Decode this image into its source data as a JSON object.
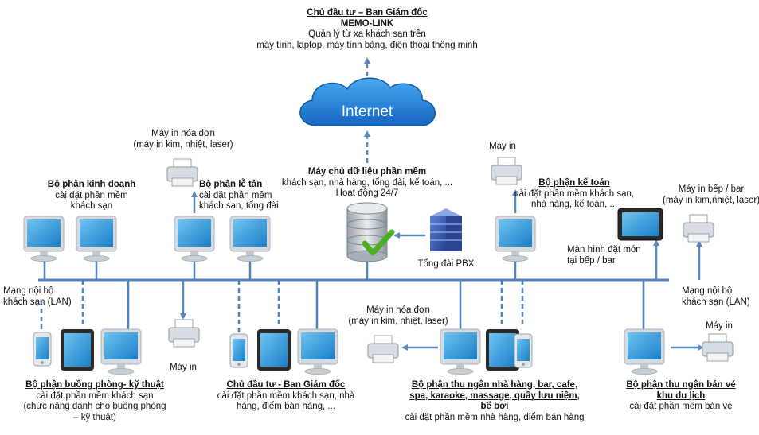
{
  "top": {
    "heading": "Chủ đầu tư – Ban Giám đốc",
    "product": "MEMO-LINK",
    "line1": "Quản lý từ xa khách sạn trên",
    "line2": "máy tính, laptop, máy tính bảng, điện thoại thông minh"
  },
  "cloud_label": "Internet",
  "server": {
    "title": "Máy chủ dữ liệu phần mềm",
    "line1": "khách sạn, nhà hàng, tổng đài, kế toán, ...",
    "line2": "Hoạt động 24/7"
  },
  "pbx_label": "Tổng đài PBX",
  "kinh_doanh": {
    "title": "Bộ phận kinh doanh",
    "line1": "cài đặt phần mềm",
    "line2": "khách sạn"
  },
  "invoice_printer_top": {
    "line1": "Máy in hóa đơn",
    "line2": "(máy in kim, nhiệt, laser)"
  },
  "le_tan": {
    "title": "Bộ phận lễ tân",
    "line1": "cài đặt phần mềm",
    "line2": "khách sạn, tổng đài"
  },
  "printer_ketoan_label": "Máy in",
  "ke_toan": {
    "title": "Bộ phận kế toán",
    "line1": "cài đặt phần mềm khách sạn,",
    "line2": "nhà hàng, kế toán, ..."
  },
  "kitchen_printer": {
    "line1": "Máy in bếp / bar",
    "line2": "(máy in kim,nhiệt, laser)"
  },
  "kitchen_screen": {
    "line1": "Màn hình đặt món",
    "line2": "tại bếp / bar"
  },
  "lan_left": {
    "line1": "Mạng nội bộ",
    "line2": "khách sạn (LAN)"
  },
  "lan_right": {
    "line1": "Mạng nội bộ",
    "line2": "khách sạn (LAN)"
  },
  "printer_buong_label": "Máy in",
  "invoice_printer_bottom": {
    "line1": "Máy in hóa đơn",
    "line2": "(máy in kim, nhiệt, laser)"
  },
  "printer_banve_label": "Máy in",
  "buong_phong": {
    "title": "Bộ phận buồng phòng- kỹ thuật",
    "line1": "cài đặt phần mềm khách sạn",
    "line2": "(chức năng dành cho buồng phòng",
    "line3": "– kỹ thuật)"
  },
  "ban_giam_doc": {
    "title": "Chủ đầu tư - Ban Giám đốc",
    "line1": "cài đặt phần mềm khách sạn, nhà",
    "line2": "hàng, điểm bán hàng, ..."
  },
  "thu_ngan": {
    "title1": "Bộ phận thu ngân nhà hàng, bar, cafe,",
    "title2": "spa, karaoke, massage, quầy lưu niệm,",
    "title3": "bể bơi",
    "line1": "cài đặt phần mềm nhà hàng, điểm bán hàng"
  },
  "ban_ve": {
    "title1": "Bộ phận thu ngân bán vé",
    "title2": "khu du lịch",
    "line1": "cài đặt phần mềm bán vé"
  },
  "colors": {
    "line": "#4f81bd",
    "arrow": "#5a87b8",
    "cloud": "#1f7fd6",
    "monitor": "#2a95d8",
    "bezel": "#cfd6dc",
    "check": "#4caf25"
  }
}
